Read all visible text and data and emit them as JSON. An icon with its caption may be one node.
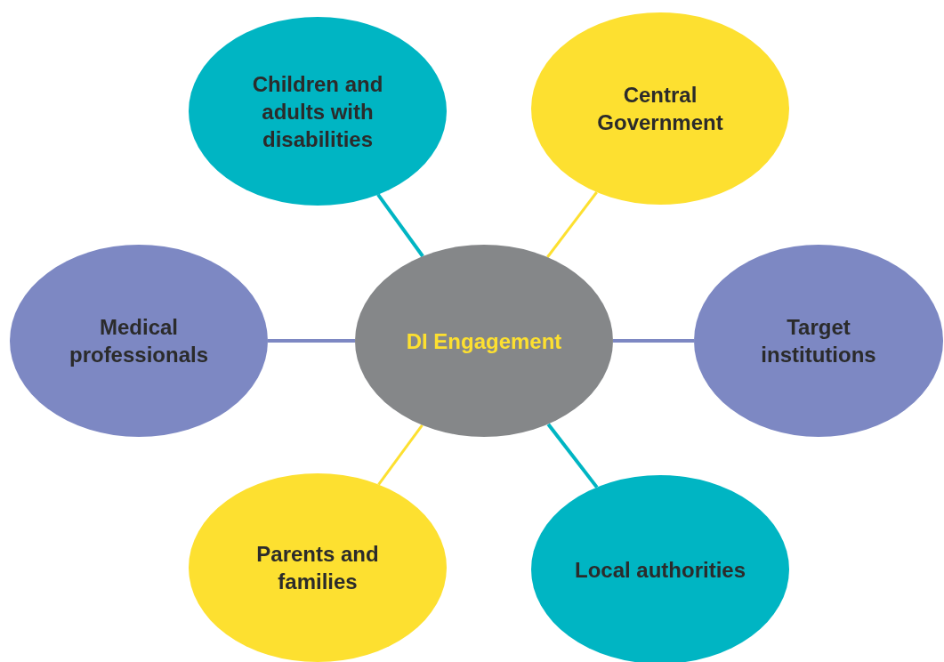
{
  "diagram": {
    "nodes": [
      {
        "text": [
          "Children and adults with disabilities"
        ]
      },
      {
        "text": [
          "Central Government"
        ]
      },
      {
        "text": [
          "Medical professionals"
        ]
      },
      {
        "text": [
          "DI Engagement"
        ]
      },
      {
        "text": [
          "Target institutions"
        ]
      },
      {
        "text": [
          "Parents and families"
        ]
      },
      {
        "text": [
          "Local authorities"
        ]
      }
    ],
    "edges": [
      {
        "from": 3,
        "to": 0,
        "arrow": "none",
        "color": "#00b5c3"
      },
      {
        "from": 3,
        "to": 1,
        "arrow": "none",
        "color": "#fde030"
      },
      {
        "from": 3,
        "to": 2,
        "arrow": "none",
        "color": "#7d88c3"
      },
      {
        "from": 3,
        "to": 4,
        "arrow": "none",
        "color": "#7d88c3"
      },
      {
        "from": 3,
        "to": 5,
        "arrow": "none",
        "color": "#fde030"
      },
      {
        "from": 3,
        "to": 6,
        "arrow": "none",
        "color": "#00b5c3"
      }
    ]
  }
}
